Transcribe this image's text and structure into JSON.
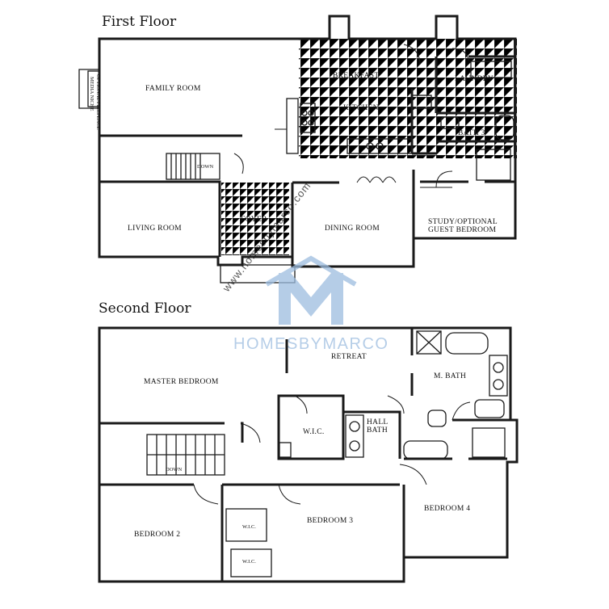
{
  "floors": {
    "first": {
      "title": "First Floor",
      "rooms": {
        "family_room": "FAMILY ROOM",
        "breakfast": "BREAKFAST",
        "laundry": "LAUNDRY",
        "kitchen": "KITCHEN",
        "bath3": "BATH 3",
        "living_room": "LIVING ROOM",
        "foyer": "FOYER",
        "dining_room": "DINING ROOM",
        "study_line1": "STUDY/OPTIONAL",
        "study_line2": "GUEST BEDROOM",
        "stairs_down": "DOWN"
      },
      "fireplace_line1": "OPTIONAL FIREPLACE",
      "fireplace_line2": "MEDIA NICHE"
    },
    "second": {
      "title": "Second Floor",
      "rooms": {
        "retreat": "RETREAT",
        "master_bedroom": "MASTER BEDROOM",
        "master_bath": "M. BATH",
        "wic_master": "W.I.C.",
        "hall_bath_line1": "HALL",
        "hall_bath_line2": "BATH",
        "stairs_down": "DOWN",
        "bedroom2": "BEDROOM 2",
        "bedroom3": "BEDROOM 3",
        "bedroom4": "BEDROOM 4",
        "wic_b2": "W.I.C.",
        "wic_b3": "W.I.C."
      }
    }
  },
  "watermark": {
    "url_text": "www.homesbymarco.com",
    "brand_text": "HOMESBYMARCO",
    "color": "#9dbde0"
  }
}
